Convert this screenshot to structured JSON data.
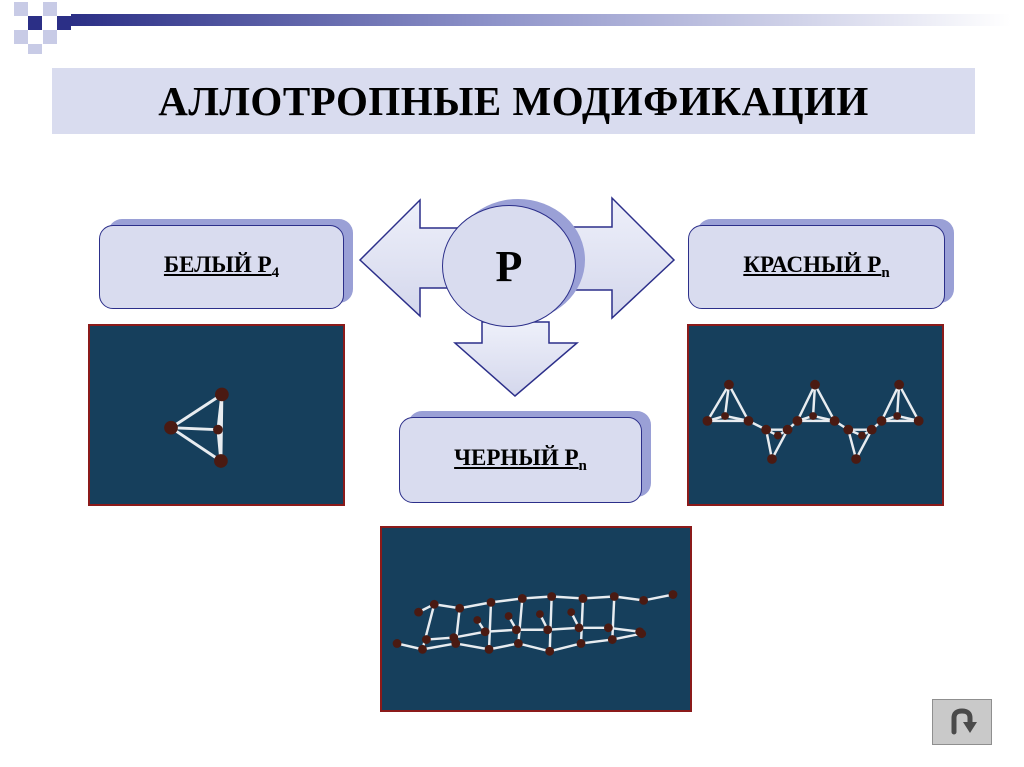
{
  "slide": {
    "title": "АЛЛОТРОПНЫЕ МОДИФИКАЦИИ",
    "center_label": "P",
    "allotropes": {
      "white": {
        "name": "БЕЛЫЙ P",
        "subscript": "4"
      },
      "red": {
        "name": "КРАСНЫЙ P",
        "subscript": "n"
      },
      "black": {
        "name": "ЧЕРНЫЙ P",
        "subscript": "n"
      }
    }
  },
  "colors": {
    "box_fill": "#d9dcef",
    "box_border": "#2c2f8a",
    "box_shadow": "#9aa0d6",
    "panel_bg": "#163f5c",
    "panel_border": "#8b1a1a",
    "atom": "#4a1a12",
    "bond": "#e8ecf0"
  },
  "icons": {
    "back_button": "return-arrow-icon"
  }
}
